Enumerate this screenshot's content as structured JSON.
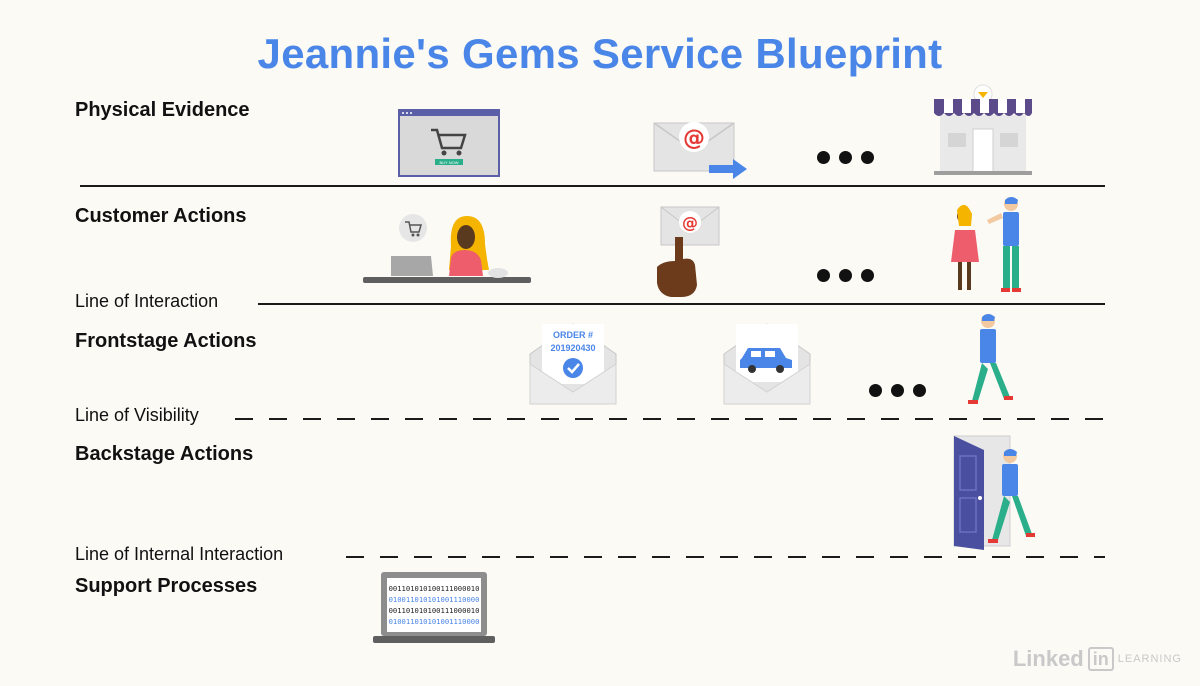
{
  "title": "Jeannie's Gems Service Blueprint",
  "rows": {
    "physical_evidence": "Physical Evidence",
    "customer_actions": "Customer Actions",
    "frontstage_actions": "Frontstage Actions",
    "backstage_actions": "Backstage Actions",
    "support_processes": "Support Processes"
  },
  "lines": {
    "interaction": "Line of Interaction",
    "visibility": "Line of Visibility",
    "internal_interaction": "Line of Internal Interaction"
  },
  "illustrations": {
    "shopping_cart_button": "BUY NOW",
    "email_at_symbol": "@",
    "order_label": "ORDER #",
    "order_number": "201920430",
    "binary_lines": [
      "001101010100111000010",
      "010011010101001110000",
      "001101010100111000010",
      "010011010101001110000"
    ]
  },
  "watermark": {
    "linked": "Linked",
    "in": "in",
    "learning": "LEARNING"
  },
  "colors": {
    "title": "#4a86e8",
    "accent_blue": "#4a86e8",
    "email_red": "#e53935",
    "person_shirt": "#4a86e8",
    "person_pants": "#2bae8a",
    "awning": "#5b4b8a"
  }
}
